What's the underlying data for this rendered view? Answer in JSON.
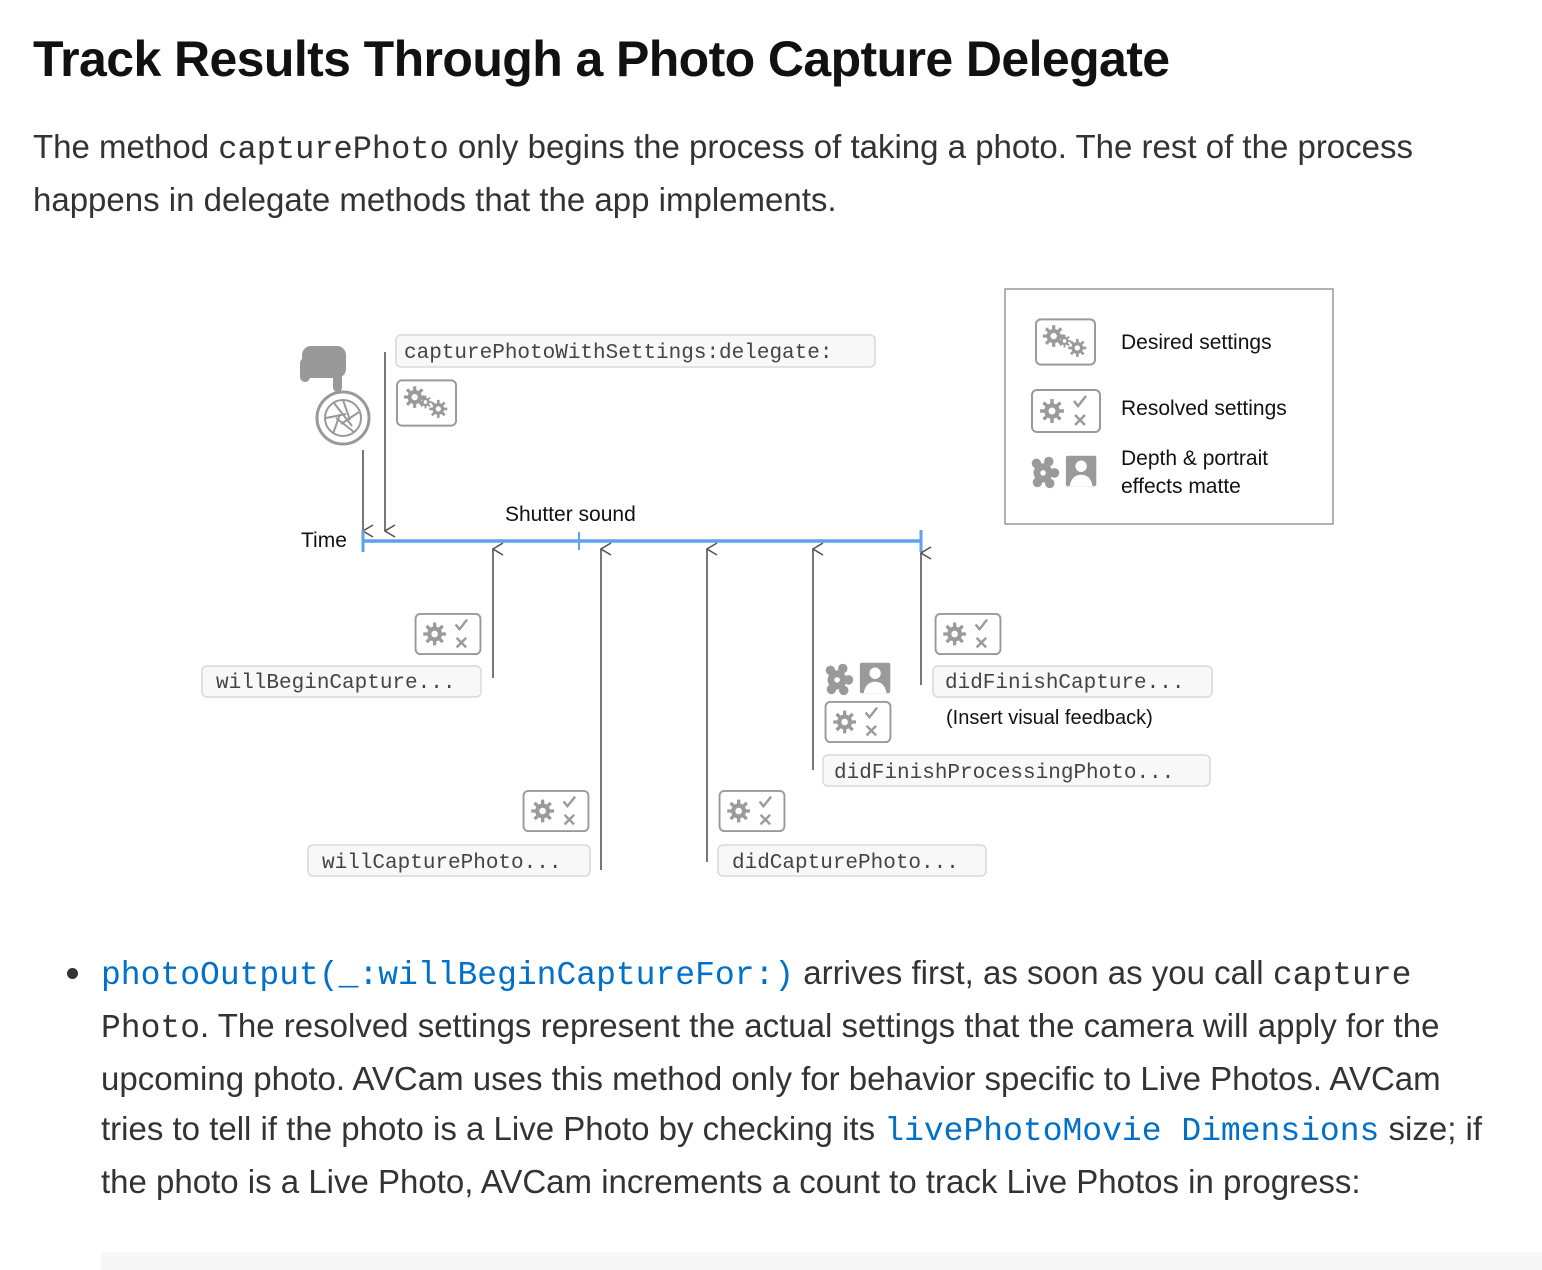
{
  "heading": "Track Results Through a Photo Capture Delegate",
  "intro": {
    "before": "The method ",
    "code": "capturePhoto",
    "after": " only begins the process of taking a photo. The rest of the process happens in delegate methods that the app implements."
  },
  "diagram": {
    "call_label": "capturePhotoWithSettings:delegate:",
    "time_label": "Time",
    "shutter_label": "Shutter sound",
    "events": {
      "will_begin": "willBeginCapture...",
      "will_capture": "willCapturePhoto...",
      "did_capture": "didCapturePhoto...",
      "did_finish_processing": "didFinishProcessingPhoto...",
      "did_finish_capture": "didFinishCapture...",
      "insert_feedback": "(Insert visual feedback)"
    },
    "legend": {
      "desired": "Desired settings",
      "resolved": "Resolved settings",
      "depth_line1": "Depth & portrait",
      "depth_line2": "effects matte"
    },
    "colors": {
      "timeline": "#5ea2ee",
      "arrow": "#555555",
      "icon": "#9a9a9a",
      "label_border": "#d9d9d9",
      "label_bg": "#f8f8f8"
    }
  },
  "bullet": {
    "link1": "photoOutput(_:willBeginCaptureFor:)",
    "text1": " arrives first, as soon as you call ",
    "code1": "capture Photo",
    "text2": ". The resolved settings represent the actual settings that the camera will apply for the upcoming photo. AVCam uses this method only for behavior specific to Live Photos. AVCam tries to tell if the photo is a Live Photo by checking its ",
    "link2": "livePhotoMovie Dimensions",
    "text3": " size; if the photo is a Live Photo, AVCam increments a count to track Live Photos in progress:"
  }
}
